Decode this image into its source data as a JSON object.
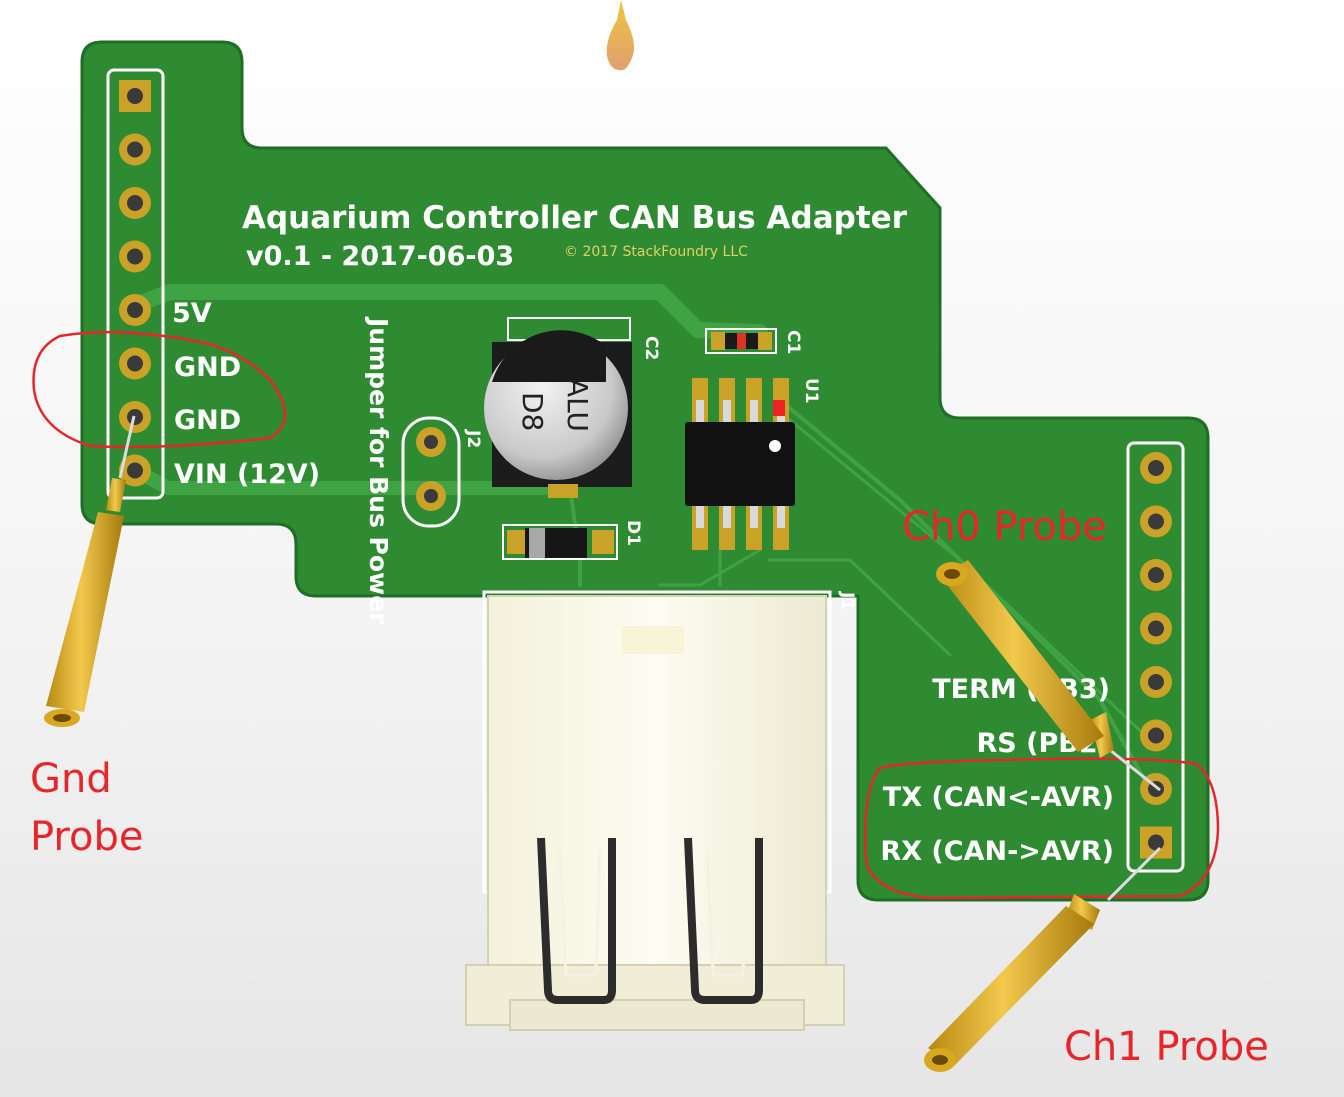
{
  "board": {
    "title": "Aquarium Controller CAN Bus Adapter",
    "version": "v0.1 - 2017-06-03",
    "copyright": "© 2017 StackFoundry LLC",
    "jumper_label": "Jumper for Bus Power",
    "colors": {
      "pcb": "#2e8a31",
      "pcb_edge": "#1f6e25",
      "silkscreen": "#ffffff",
      "gold": "#c9a227",
      "annotation": "#e8262a"
    }
  },
  "left_header": {
    "labels": [
      "5V",
      "GND",
      "GND",
      "VIN (12V)"
    ]
  },
  "right_header": {
    "labels": [
      "TERM (PB3)",
      "RS (PB2)",
      "TX (CAN<-AVR)",
      "RX (CAN->AVR)"
    ]
  },
  "designators": {
    "c1": "C1",
    "c2": "C2",
    "u1": "U1",
    "j1": "J1",
    "j2": "J2",
    "d1": "D1"
  },
  "capacitor": {
    "marking_1": "ALU",
    "marking_2": "D8"
  },
  "annotations": {
    "gnd_probe_line1": "Gnd",
    "gnd_probe_line2": "Probe",
    "ch0_probe": "Ch0 Probe",
    "ch1_probe": "Ch1 Probe"
  },
  "icons": [
    "probe-icon",
    "header-pin-icon",
    "usb-connector-icon"
  ]
}
